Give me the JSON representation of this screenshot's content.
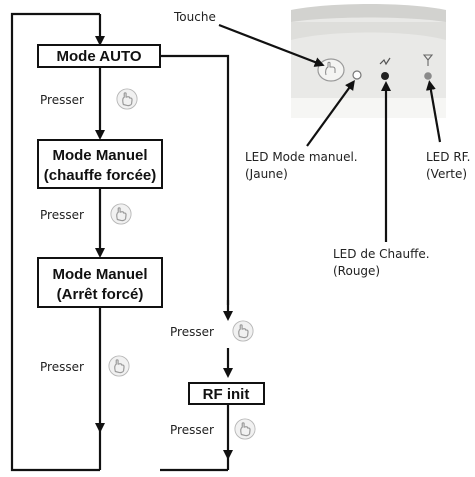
{
  "nodes": {
    "mode_auto": "Mode AUTO",
    "mode_manuel_chauffe_line1": "Mode Manuel",
    "mode_manuel_chauffe_line2": "(chauffe forcée)",
    "mode_manuel_arret_line1": "Mode Manuel",
    "mode_manuel_arret_line2": "(Arrêt forcé)",
    "rf_init": "RF init"
  },
  "press_label": "Presser",
  "device_labels": {
    "touche": "Touche",
    "led_manuel_line1": "LED Mode manuel.",
    "led_manuel_line2": "(Jaune)",
    "led_rf_line1": "LED RF.",
    "led_rf_line2": "(Verte)",
    "led_chauffe_line1": "LED de Chauffe.",
    "led_chauffe_line2": "(Rouge)"
  },
  "icons": {
    "press": "hand-press-icon",
    "button": "touch-button-icon",
    "heat": "heating-icon",
    "antenna": "antenna-icon"
  },
  "colors": {
    "line": "#111111",
    "device_body": "#e9e9e7",
    "device_top": "#d2d2cf",
    "led_dark": "#222222",
    "led_grey": "#8a8a8a"
  }
}
